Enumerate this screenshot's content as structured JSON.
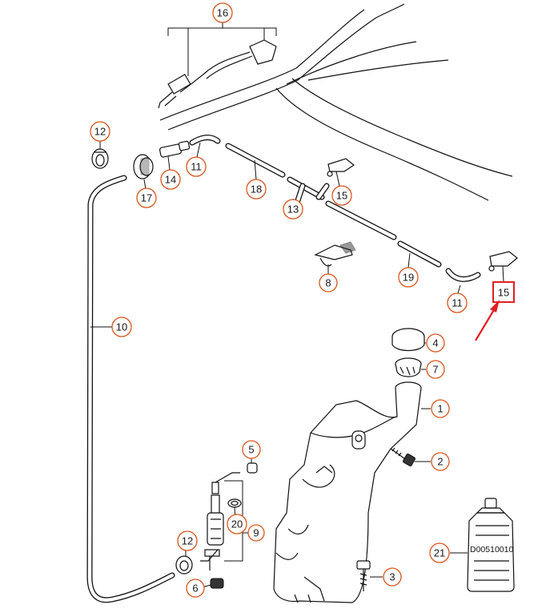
{
  "callouts": [
    {
      "id": "c1",
      "label": "1"
    },
    {
      "id": "c2",
      "label": "2"
    },
    {
      "id": "c3",
      "label": "3"
    },
    {
      "id": "c4",
      "label": "4"
    },
    {
      "id": "c5",
      "label": "5"
    },
    {
      "id": "c6",
      "label": "6"
    },
    {
      "id": "c7",
      "label": "7"
    },
    {
      "id": "c8",
      "label": "8"
    },
    {
      "id": "c9",
      "label": "9"
    },
    {
      "id": "c10",
      "label": "10"
    },
    {
      "id": "c11a",
      "label": "11"
    },
    {
      "id": "c11b",
      "label": "11"
    },
    {
      "id": "c12a",
      "label": "12"
    },
    {
      "id": "c12b",
      "label": "12"
    },
    {
      "id": "c13",
      "label": "13"
    },
    {
      "id": "c14",
      "label": "14"
    },
    {
      "id": "c15a",
      "label": "15"
    },
    {
      "id": "c15b",
      "label": "15"
    },
    {
      "id": "c16",
      "label": "16"
    },
    {
      "id": "c17",
      "label": "17"
    },
    {
      "id": "c18",
      "label": "18"
    },
    {
      "id": "c19",
      "label": "19"
    },
    {
      "id": "c20",
      "label": "20"
    },
    {
      "id": "c21",
      "label": "21"
    }
  ],
  "bottle_label": "D00510010",
  "highlight": {
    "target": "15",
    "color": "#e02020"
  },
  "colors": {
    "callout_ring": "#d9541e",
    "highlight": "#e02020",
    "line": "#111111"
  }
}
